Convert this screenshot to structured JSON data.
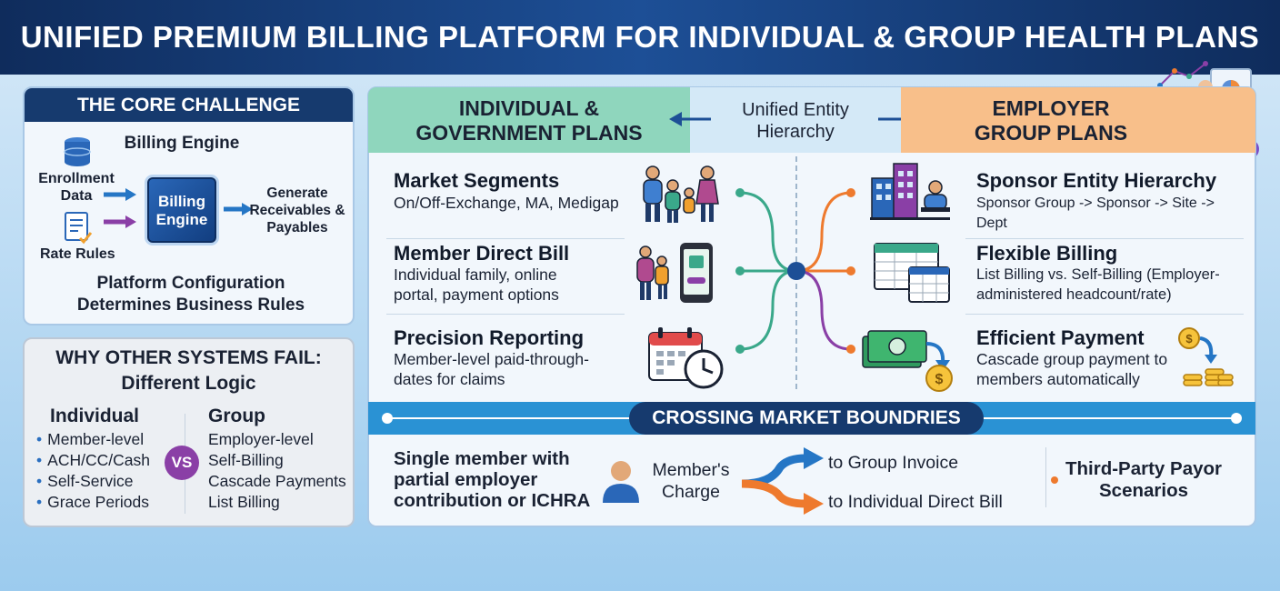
{
  "title": "UNIFIED PREMIUM BILLING PLATFORM FOR INDIVIDUAL & GROUP HEALTH PLANS",
  "core": {
    "heading": "THE CORE CHALLENGE",
    "engine_title": "Billing Engine",
    "input1": "Enrollment Data",
    "input2": "Rate Rules",
    "chip": "Billing Engine",
    "output": "Generate Receivables & Payables",
    "footer": "Platform Configuration Determines Business Rules"
  },
  "why": {
    "heading": "WHY OTHER SYSTEMS FAIL:",
    "subheading": "Different Logic",
    "vs": "VS",
    "individual": {
      "title": "Individual",
      "items": [
        "Member-level",
        "ACH/CC/Cash",
        "Self-Service",
        "Grace Periods"
      ]
    },
    "group": {
      "title": "Group",
      "items": [
        "Employer-level",
        "Self-Billing",
        "Cascade Payments",
        "List Billing"
      ]
    }
  },
  "main": {
    "left_header": "INDIVIDUAL & GOVERNMENT PLANS",
    "center_header": "Unified Entity Hierarchy",
    "right_header": "EMPLOYER GROUP PLANS",
    "left": [
      {
        "title": "Market Segments",
        "desc": "On/Off-Exchange, MA, Medigap"
      },
      {
        "title": "Member Direct Bill",
        "desc": "Individual family, online portal, payment options"
      },
      {
        "title": "Precision Reporting",
        "desc": "Member-level paid-through-dates for claims"
      }
    ],
    "right": [
      {
        "title": "Sponsor Entity Hierarchy",
        "desc": "Sponsor Group -> Sponsor -> Site -> Dept"
      },
      {
        "title": "Flexible Billing",
        "desc": "List Billing vs. Self-Billing (Employer-administered headcount/rate)"
      },
      {
        "title": "Efficient Payment",
        "desc": "Cascade group payment to members automatically"
      }
    ]
  },
  "crossing": {
    "heading": "CROSSING MARKET BOUNDRIES",
    "scenario": "Single member with partial employer contribution or ICHRA",
    "charge": "Member's Charge",
    "to_group": "to Group Invoice",
    "to_individual": "to Individual Direct Bill",
    "third_party": "Third-Party Payor Scenarios"
  },
  "colors": {
    "navy": "#163a6e",
    "teal": "#3aa88a",
    "green_header": "#8fd6bd",
    "orange_header": "#f8bf8a",
    "blue_arrow": "#2576c5",
    "orange_arrow": "#ee7a2e",
    "purple": "#8a3fa6"
  }
}
